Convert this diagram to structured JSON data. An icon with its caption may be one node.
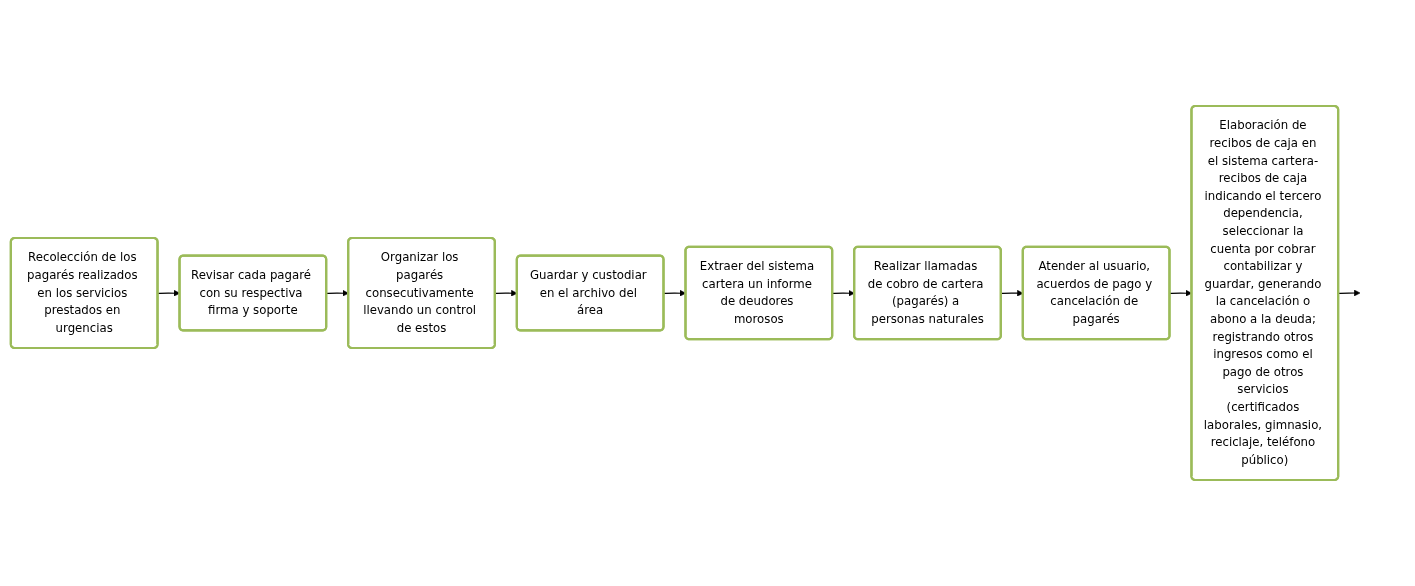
{
  "diagram": {
    "nodes": [
      {
        "text": [
          "Recolección de los pagarés realizados en los servicios prestados en urgencias"
        ]
      },
      {
        "text": [
          "Revisar cada pagaré con su respectiva firma y soporte"
        ]
      },
      {
        "text": [
          "Organizar los pagarés consecutivamente llevando un control de estos"
        ]
      },
      {
        "text": [
          "Guardar y custodiar en el archivo del área"
        ]
      },
      {
        "text": [
          "Extraer del sistema cartera un informe de deudores morosos"
        ]
      },
      {
        "text": [
          "Realizar llamadas de cobro de cartera (pagarés) a personas naturales"
        ]
      },
      {
        "text": [
          "Atender al usuario, acuerdos de pago y cancelación de pagarés"
        ]
      },
      {
        "text": [
          "Elaboración de recibos de caja en el sistema cartera- recibos de caja indicando el tercero dependencia, seleccionar la cuenta por cobrar contabilizar y guardar, generando la cancelación o abono a la deuda; registrando otros ingresos como el pago de otros servicios (certificados laborales, gimnasio, reciclaje, teléfono público)"
        ]
      }
    ],
    "edges": [
      {
        "from": 0,
        "to": 1,
        "arrow": "to"
      },
      {
        "from": 1,
        "to": 2,
        "arrow": "to"
      },
      {
        "from": 2,
        "to": 3,
        "arrow": "to"
      },
      {
        "from": 3,
        "to": 4,
        "arrow": "to"
      },
      {
        "from": 4,
        "to": 5,
        "arrow": "to"
      },
      {
        "from": 5,
        "to": 6,
        "arrow": "to"
      },
      {
        "from": 6,
        "to": 7,
        "arrow": "to"
      },
      {
        "from": 7,
        "to": null,
        "arrow": "to"
      }
    ]
  }
}
